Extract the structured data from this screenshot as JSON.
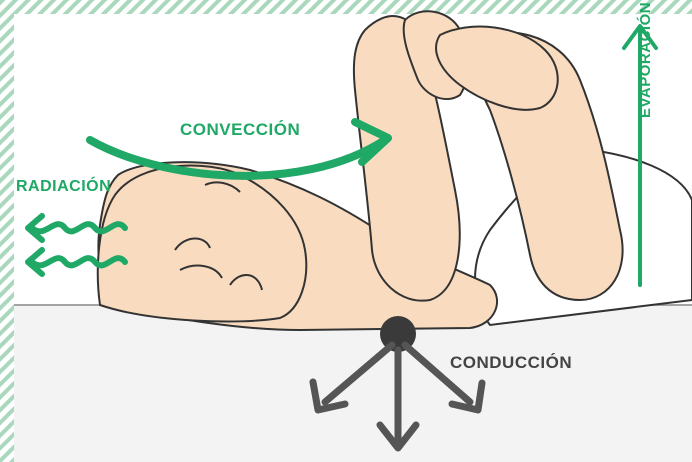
{
  "labels": {
    "convection": "CONVECCIÓN",
    "radiation": "RADIACIÓN",
    "conduction": "CONDUCCIÓN",
    "evaporation": "EVAPORACIÓN"
  },
  "colors": {
    "green": "#1fa866",
    "stripe": "#a9d8bc",
    "skin": "#f9dcc0",
    "outline": "#333333",
    "arrow_gray": "#555555",
    "mattress": "#f3f3f3",
    "diaper": "#ffffff",
    "label_dark": "#444444"
  },
  "icons": {
    "convection": "curved-arrow",
    "radiation": "wavy-arrows",
    "evaporation": "up-arrow",
    "conduction": "contact-dot-with-arrows"
  }
}
